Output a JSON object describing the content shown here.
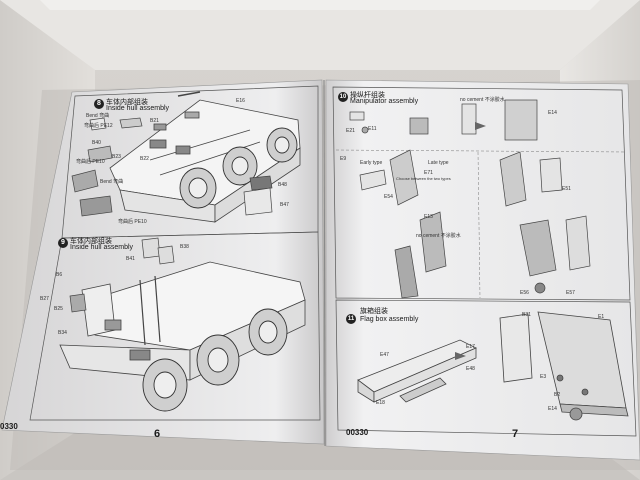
{
  "left_page": {
    "page_number": "6",
    "code": "0330",
    "step8": {
      "number": "8",
      "title_cn": "车体内部组装",
      "title_en": "Inside hull assembly",
      "labels": [
        "Bend 弯曲",
        "弯曲后 PE12",
        "弯曲后 PE10",
        "Bend 弯曲",
        "弯曲后 PE10",
        "B21",
        "B40",
        "B23",
        "B22",
        "B48",
        "B47",
        "E16"
      ]
    },
    "step9": {
      "number": "9",
      "title_cn": "车体内部组装",
      "title_en": "Inside hull assembly",
      "labels": [
        "B41",
        "B38",
        "B6",
        "B25",
        "B34",
        "B27"
      ]
    }
  },
  "right_page": {
    "page_number": "7",
    "code": "00330",
    "step10": {
      "number": "10",
      "title_cn": "操纵杆组装",
      "title_en": "Manipulator assembly",
      "labels": [
        "E21",
        "E9",
        "E11",
        "no cement 不涂胶水",
        "no cement 不涂胶水",
        "E14",
        "E13",
        "E54",
        "E71",
        "E56",
        "E51",
        "E57"
      ],
      "variant_early": "Early type",
      "variant_late": "Late type",
      "choose_note": "Choose between the two types"
    },
    "step11": {
      "number": "11",
      "title_cn": "旗箱组装",
      "title_en": "Flag box assembly",
      "labels": [
        "E47",
        "E17",
        "E48",
        "E18",
        "B31",
        "E1",
        "E3",
        "B2",
        "E14"
      ]
    }
  }
}
